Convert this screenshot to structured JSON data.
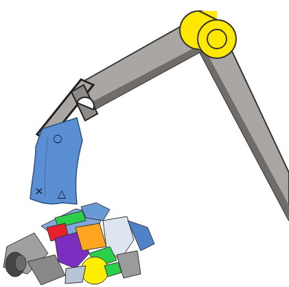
{
  "diagram": {
    "labels": [
      "○",
      "×",
      "△"
    ]
  }
}
